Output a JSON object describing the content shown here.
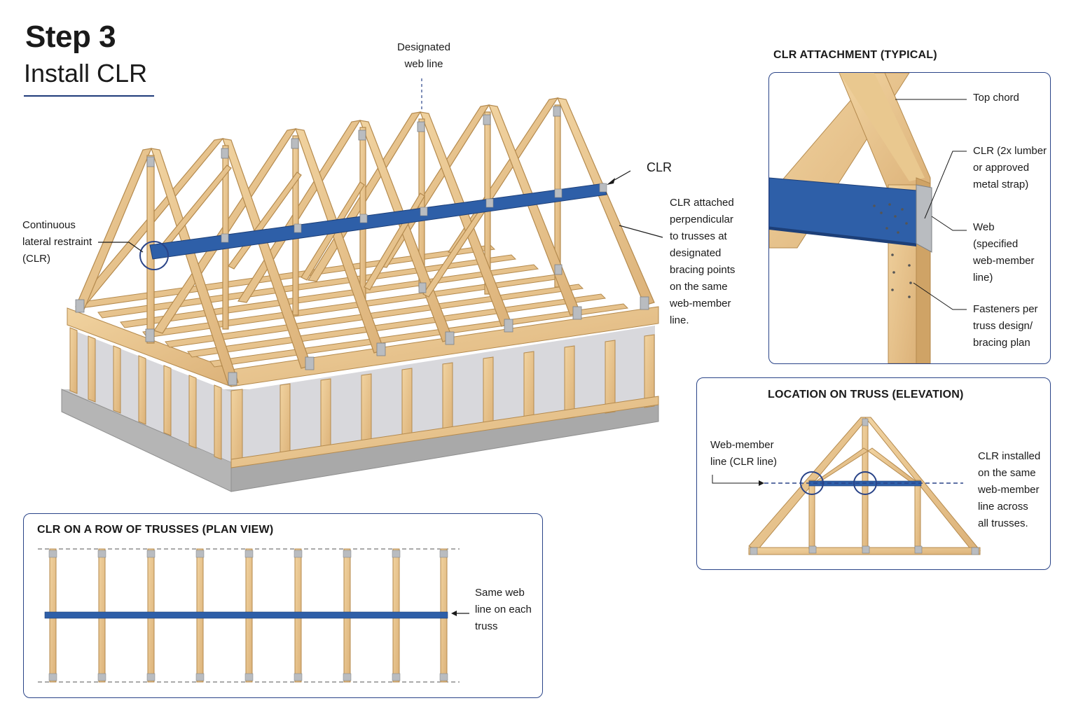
{
  "header": {
    "step": "Step 3",
    "title": "Install CLR"
  },
  "main_view": {
    "designated_label": "Designated\nweb line",
    "clr_label": "CLR",
    "continuous_label": "Continuous\nlateral restraint\n(CLR)",
    "attached_note": "CLR attached\nperpendicular\nto trusses at\ndesignated\nbracing points\non the same\nweb-member\nline."
  },
  "attachment_panel": {
    "title": "CLR ATTACHMENT (TYPICAL)",
    "top_chord": "Top chord",
    "clr_material": "CLR (2x lumber\nor approved\nmetal strap)",
    "web": "Web\n(specified\nweb-member\nline)",
    "fasteners": "Fasteners per\ntruss design/\nbracing plan"
  },
  "elevation_panel": {
    "title": "LOCATION ON TRUSS  (ELEVATION)",
    "web_line": "Web-member\nline (CLR line)",
    "installed_note": "CLR installed\non the same\nweb-member\nline across\nall trusses."
  },
  "plan_panel": {
    "title": "CLR ON A ROW OF TRUSSES (PLAN VIEW)",
    "note": "Same web\nline on each\ntruss"
  },
  "colors": {
    "wood": "#e8c48c",
    "wood_edge": "#b48a4e",
    "clr_blue": "#2e5fa8",
    "panel_border": "#2a4488",
    "plate": "#b9bcc0",
    "foundation": "#bdbdbd"
  }
}
